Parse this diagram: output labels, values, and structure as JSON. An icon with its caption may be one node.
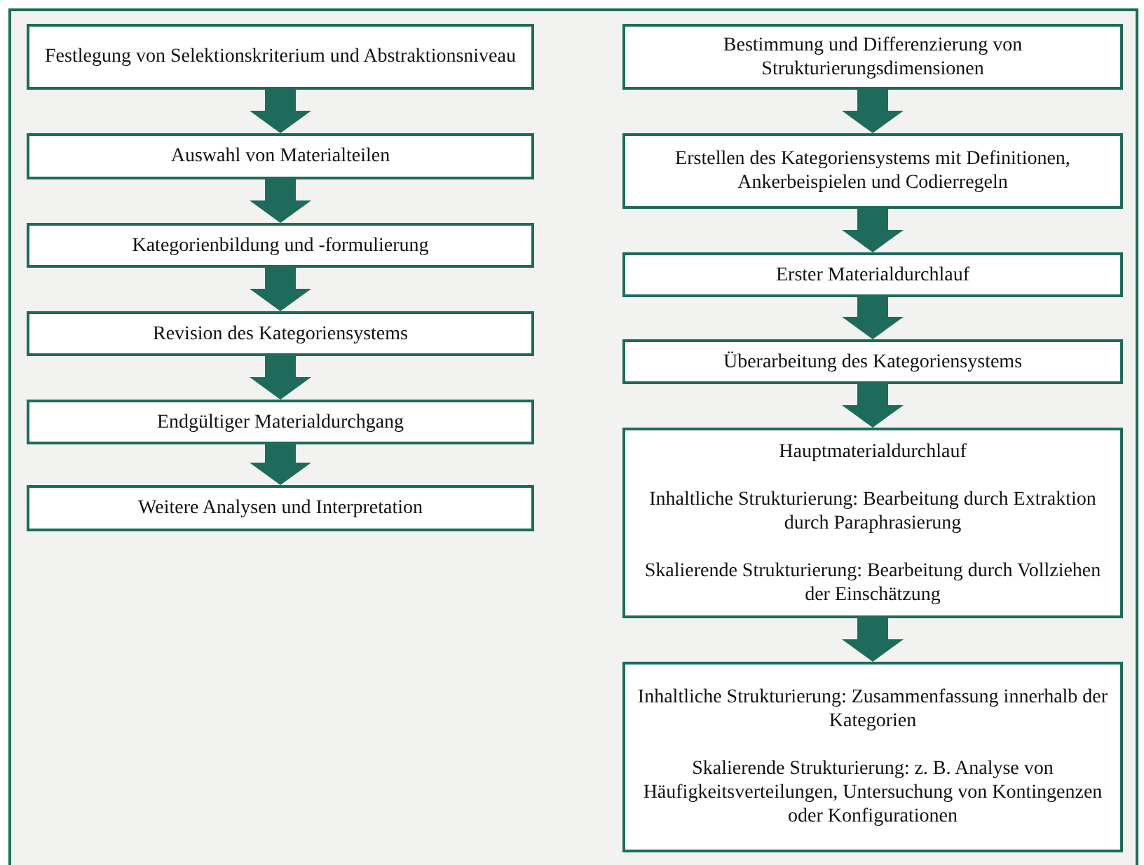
{
  "diagram": {
    "nodes": [
      {
        "text": [
          "Festlegung von Selektionskriterium und Abstraktionsniveau"
        ]
      },
      {
        "text": [
          "Auswahl von Materialteilen"
        ]
      },
      {
        "text": [
          "Kategorienbildung und -formulierung"
        ]
      },
      {
        "text": [
          "Revision des Kategoriensystems"
        ]
      },
      {
        "text": [
          "Endgültiger Materialdurchgang"
        ]
      },
      {
        "text": [
          "Weitere Analysen und Interpretation"
        ]
      },
      {
        "text": [
          "Bestimmung und Differenzierung von Strukturierungsdimensionen"
        ]
      },
      {
        "text": [
          "Erstellen des Kategoriensystems mit Definitionen, Ankerbeispielen und Codierregeln"
        ]
      },
      {
        "text": [
          "Erster Materialdurchlauf"
        ]
      },
      {
        "text": [
          "Überarbeitung des Kategoriensystems"
        ]
      },
      {
        "text": [
          "Hauptmaterialdurchlauf",
          "Inhaltliche Strukturierung: Bearbeitung durch Extraktion durch Paraphrasierung",
          "Skalierende Strukturierung: Bearbeitung durch Vollziehen der Einschätzung"
        ]
      },
      {
        "text": [
          "Inhaltliche Strukturierung: Zusammenfassung innerhalb der Kategorien",
          "Skalierende Strukturierung: z. B. Analyse von Häufigkeitsverteilungen, Untersuchung von Kontingenzen oder Konfigurationen"
        ]
      }
    ],
    "edges": [
      {
        "from": 0,
        "to": 1,
        "arrow": "to"
      },
      {
        "from": 1,
        "to": 2,
        "arrow": "to"
      },
      {
        "from": 2,
        "to": 3,
        "arrow": "to"
      },
      {
        "from": 3,
        "to": 4,
        "arrow": "to"
      },
      {
        "from": 4,
        "to": 5,
        "arrow": "to"
      },
      {
        "from": 6,
        "to": 7,
        "arrow": "to"
      },
      {
        "from": 7,
        "to": 8,
        "arrow": "to"
      },
      {
        "from": 8,
        "to": 9,
        "arrow": "to"
      },
      {
        "from": 9,
        "to": 10,
        "arrow": "to"
      },
      {
        "from": 10,
        "to": 11,
        "arrow": "to"
      }
    ]
  }
}
